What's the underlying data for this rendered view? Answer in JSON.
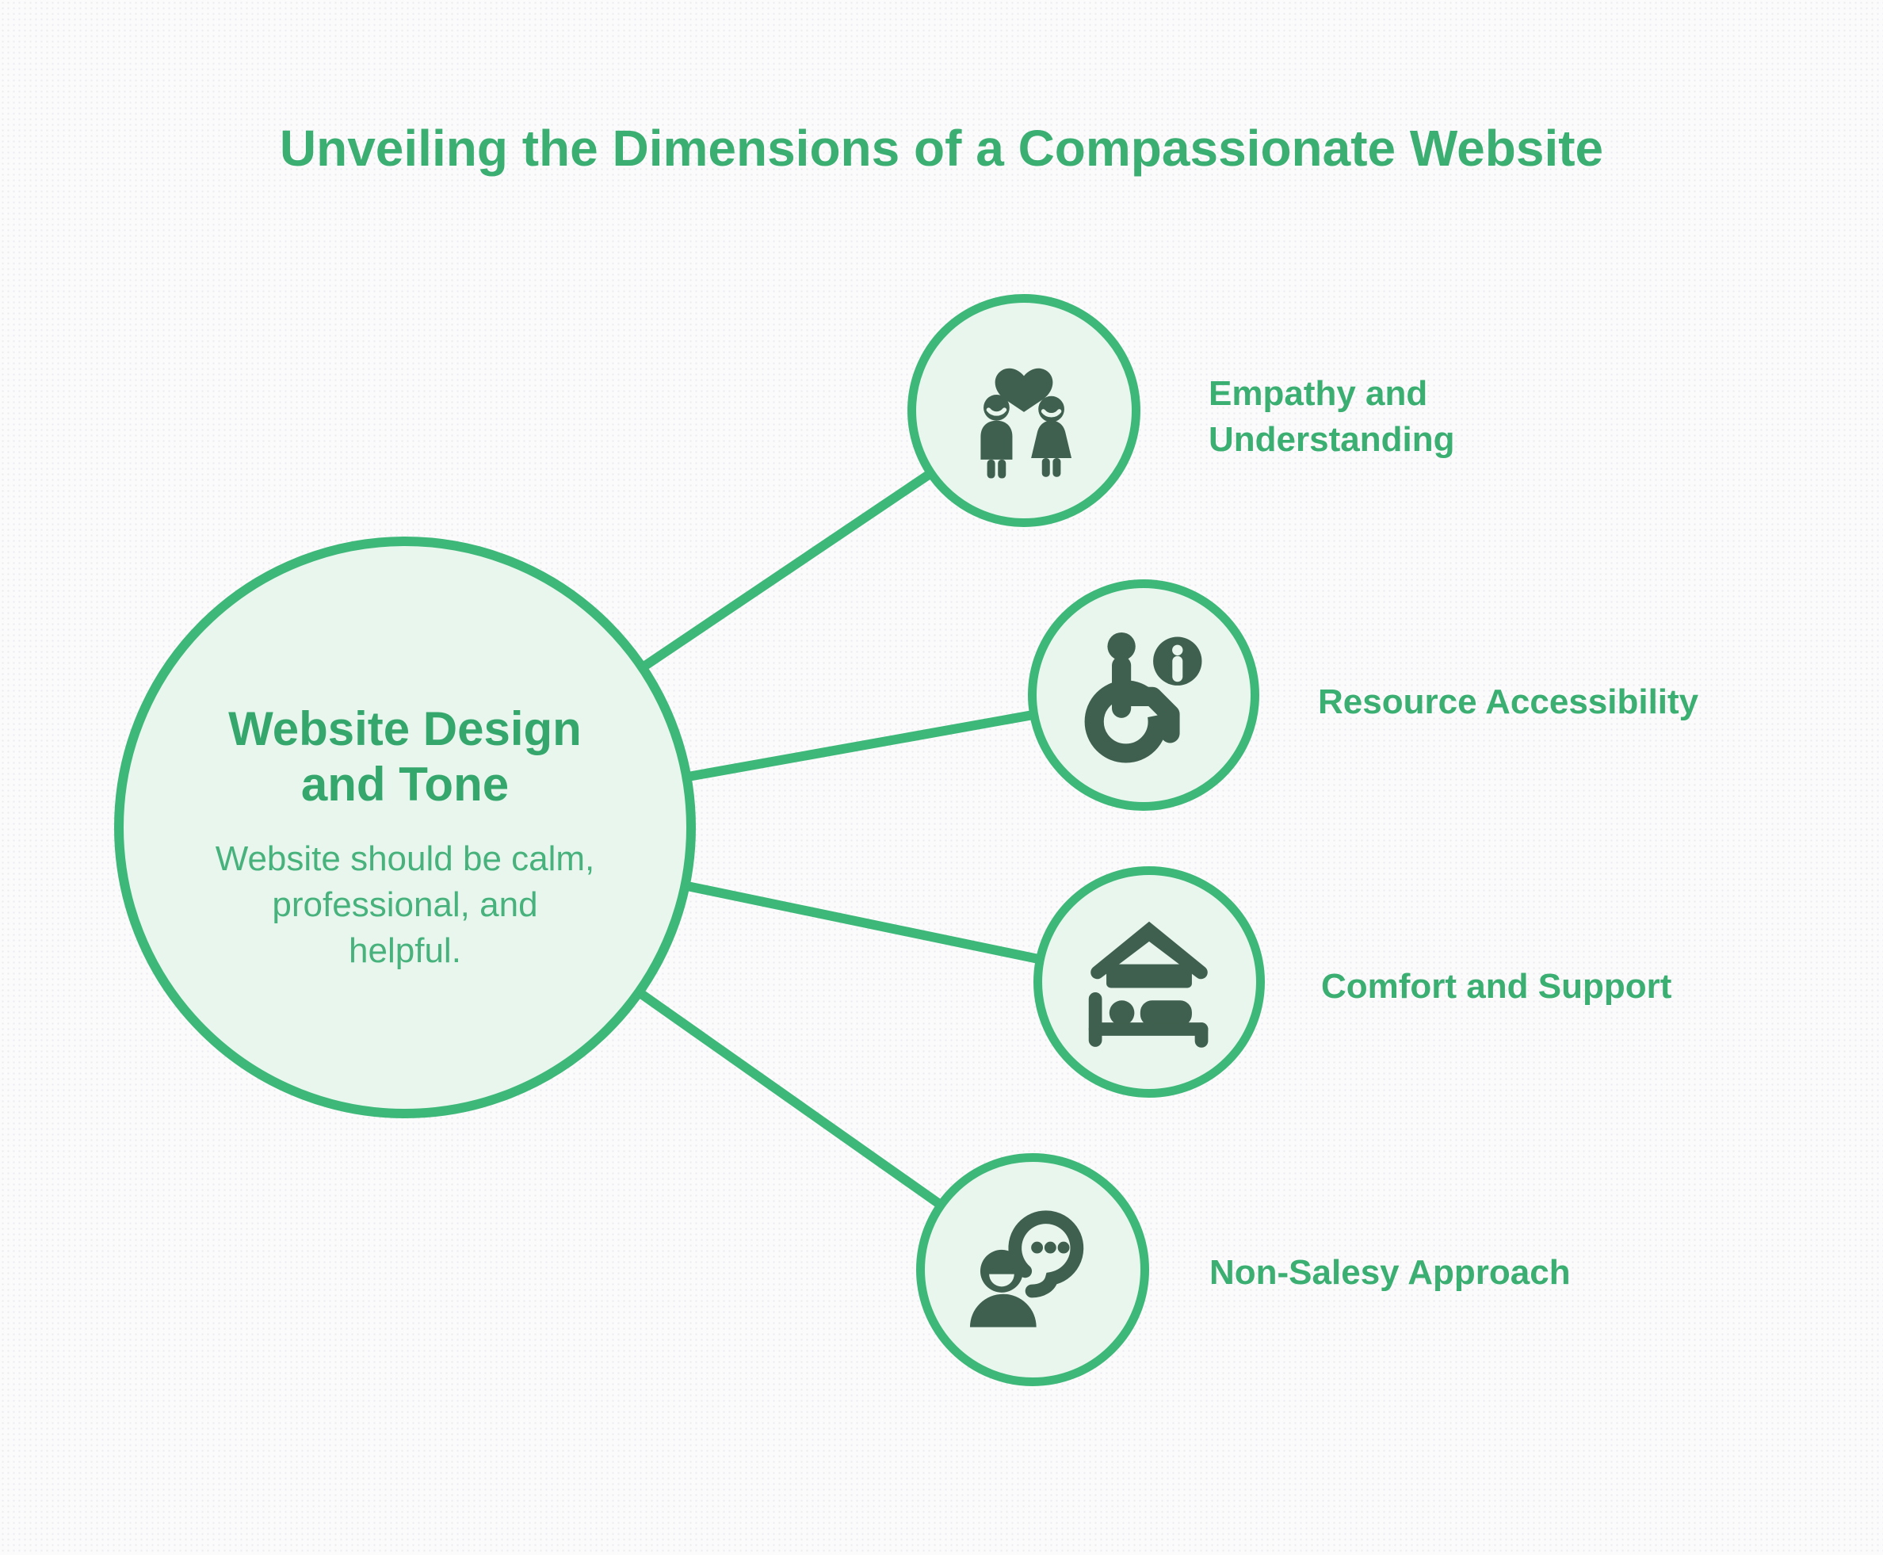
{
  "title": "Unveiling the Dimensions of a Compassionate Website",
  "center": {
    "title": "Website Design and Tone",
    "title_lines": [
      "Website Design",
      "and Tone"
    ],
    "description": "Website should be calm, professional, and helpful.",
    "description_lines": [
      "Website should be calm,",
      "professional, and",
      "helpful."
    ]
  },
  "nodes": [
    {
      "label": "Empathy and Understanding",
      "label_lines": [
        "Empathy and",
        "Understanding"
      ],
      "icon": "people-heart-icon"
    },
    {
      "label": "Resource Accessibility",
      "icon": "wheelchair-info-icon"
    },
    {
      "label": "Comfort and Support",
      "icon": "house-bed-icon"
    },
    {
      "label": "Non-Salesy Approach",
      "icon": "person-chat-icon"
    }
  ],
  "colors": {
    "accent_green": "#3DB878",
    "text_green": "#3BAE72",
    "subtitle_green": "#48B27D",
    "node_fill": "#E8F6EE",
    "icon_dark_green": "#40604F",
    "background": "#FBFBFC"
  }
}
